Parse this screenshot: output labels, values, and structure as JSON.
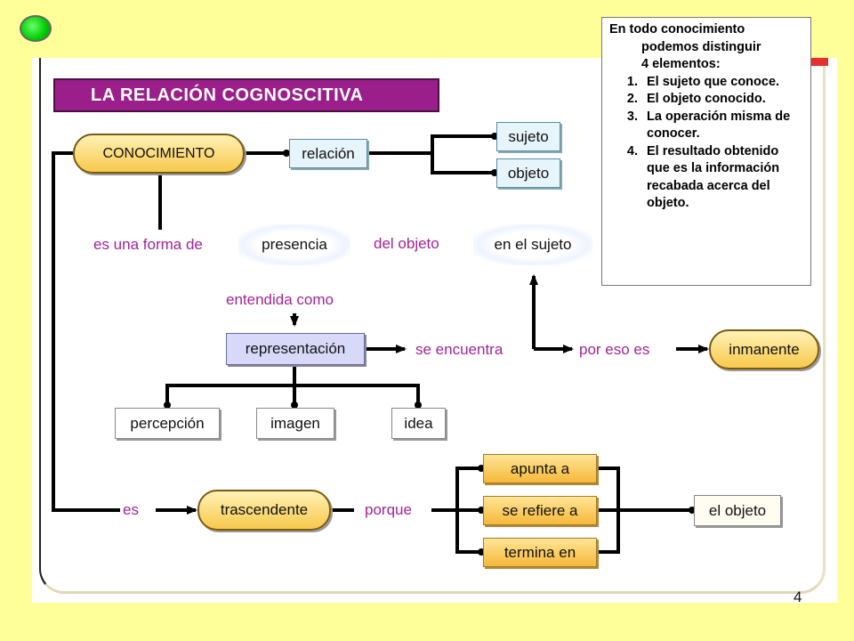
{
  "title": "LA RELACIÓN COGNOSCITIVA",
  "nodes": {
    "conocimiento": "CONOCIMIENTO",
    "relacion": "relación",
    "sujeto": "sujeto",
    "objeto": "objeto",
    "presencia": "presencia",
    "en_el_sujeto": "en el sujeto",
    "representacion": "representación",
    "inmanente": "inmanente",
    "percepcion": "percepción",
    "imagen": "imagen",
    "idea": "idea",
    "trascendente": "trascendente",
    "apunta_a": "apunta a",
    "se_refiere_a": "se refiere a",
    "termina_en": "termina en",
    "el_objeto": "el objeto"
  },
  "links": {
    "es_una_forma_de": "es una forma de",
    "del_objeto": "del objeto",
    "entendida_como": "entendida como",
    "se_encuentra": "se encuentra",
    "por_eso_es": "por eso es",
    "es": "es",
    "porque": "porque"
  },
  "note": {
    "intro_first": "En todo conocimiento",
    "intro_rest": [
      "podemos distinguir",
      "4 elementos:"
    ],
    "items": [
      "El sujeto que conoce.",
      "El objeto conocido.",
      "La operación misma de conocer.",
      "El resultado obtenido que es la información recabada acerca del objeto."
    ]
  },
  "page_number": "4",
  "colors": {
    "background": "#ffff99",
    "title_bg": "#9b1f8a",
    "link_text": "#a3239a",
    "pill_fill": "#f7c94c",
    "node_blue": "#e6f4fb",
    "node_lavender": "#d8d8f8",
    "node_orange": "#f5b83a"
  }
}
